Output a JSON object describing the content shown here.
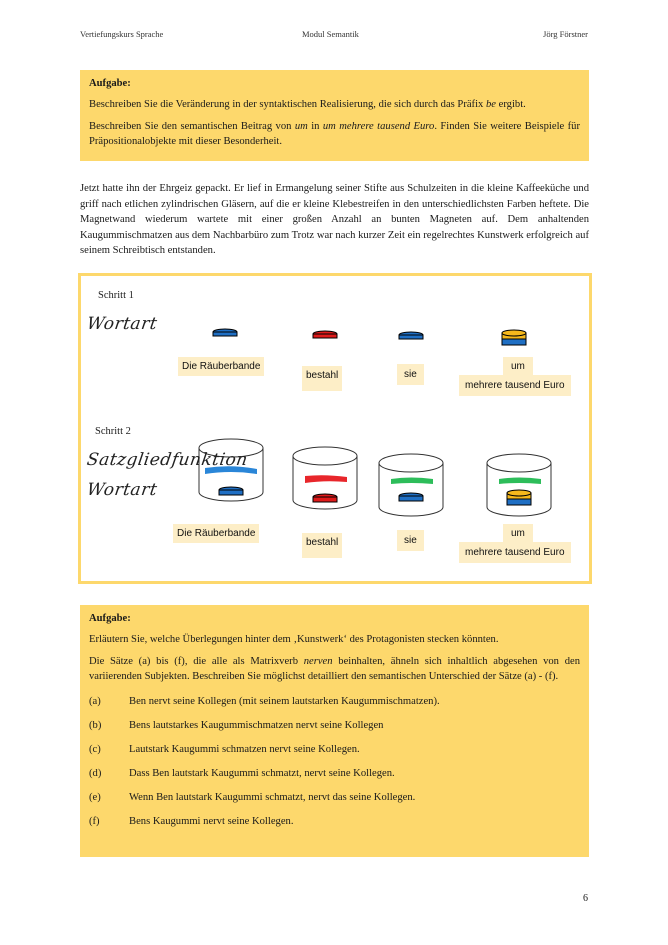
{
  "header": {
    "left": "Vertiefungskurs Sprache",
    "center": "Modul Semantik",
    "right": "Jörg Förstner"
  },
  "task1": {
    "title": "Aufgabe:",
    "p1_pre": "Beschreiben Sie die Veränderung in der syntaktischen Realisierung, die sich durch das Präfix ",
    "p1_em": "be",
    "p1_post": " ergibt.",
    "p2_pre": "Beschreiben Sie den semantischen Beitrag von ",
    "p2_em1": "um",
    "p2_mid": " in ",
    "p2_em2": "um mehrere tausend Euro",
    "p2_post": ". Finden Sie weitere Beispiele für Präpositionalobjekte mit dieser Besonderheit."
  },
  "intro": "Jetzt hatte ihn der Ehrgeiz gepackt. Er lief in Ermangelung seiner Stifte aus Schulzeiten in die kleine Kaffeeküche und griff nach etlichen zylindrischen Gläsern, auf die er kleine Klebestreifen in den unterschiedlichsten Farben heftete. Die Magnetwand wiederum wartete mit einer großen Anzahl an bunten Magneten auf. Dem anhaltenden Kaugummischmatzen aus dem Nachbarbüro zum Trotz war nach kurzer Zeit ein regelrechtes Kunstwerk erfolgreich auf seinem Schreibtisch entstanden.",
  "figure": {
    "step1": {
      "label": "Schritt 1",
      "row_label": "Wortart",
      "items": [
        {
          "text": "Die Räuberbande",
          "magnet": [
            "#1f6fc4"
          ]
        },
        {
          "text_prefix": "be",
          "text": "stahl",
          "magnet": [
            "#e01b1b"
          ]
        },
        {
          "text": "sie",
          "magnet": [
            "#1f6fc4"
          ]
        },
        {
          "text_top": "um",
          "text": "mehrere tausend Euro",
          "magnet": [
            "#f5b81c",
            "#1f6fc4"
          ]
        }
      ]
    },
    "step2": {
      "label": "Schritt 2",
      "row_label_1": "Satzgliedfunktion",
      "row_label_2": "Wortart",
      "items": [
        {
          "text": "Die Räuberbande",
          "tape": "#2a86d8",
          "magnet": [
            "#1f6fc4"
          ]
        },
        {
          "text_prefix": "be",
          "text": "stahl",
          "tape": "#e8262b",
          "magnet": [
            "#e01b1b"
          ]
        },
        {
          "text": "sie",
          "tape": "#2dbd5a",
          "magnet": [
            "#1f6fc4"
          ]
        },
        {
          "text_top": "um",
          "text": "mehrere tausend Euro",
          "tape": "#2dbd5a",
          "magnet": [
            "#f5b81c",
            "#1f6fc4"
          ]
        }
      ]
    }
  },
  "task2": {
    "title": "Aufgabe:",
    "p1": "Erläutern Sie, welche Überlegungen hinter dem ‚Kunstwerk‘ des Protagonisten stecken könnten.",
    "p2_pre": "Die Sätze (a) bis (f), die alle als Matrixverb ",
    "p2_em": "nerven",
    "p2_post": " beinhalten, ähneln sich inhaltlich abgesehen von den variierenden Subjekten. Beschreiben Sie möglichst detailliert den semantischen Unterschied der Sätze (a) - (f).",
    "examples": [
      {
        "key": "(a)",
        "text": "Ben nervt seine Kollegen (mit seinem lautstarken Kaugummischmatzen)."
      },
      {
        "key": "(b)",
        "text": "Bens lautstarkes Kaugummischmatzen nervt seine Kollegen"
      },
      {
        "key": "(c)",
        "text": "Lautstark Kaugummi schmatzen nervt seine Kollegen."
      },
      {
        "key": "(d)",
        "text": "Dass Ben lautstark Kaugummi schmatzt, nervt seine Kollegen."
      },
      {
        "key": "(e)",
        "text": "Wenn Ben lautstark Kaugummi schmatzt, nervt das seine Kollegen."
      },
      {
        "key": "(f)",
        "text": "Bens Kaugummi nervt seine Kollegen."
      }
    ]
  },
  "page_number": "6",
  "colors": {
    "task_bg": "#fdd86c",
    "label_bg": "#fdeec7",
    "frame_border": "#fdd86c"
  }
}
